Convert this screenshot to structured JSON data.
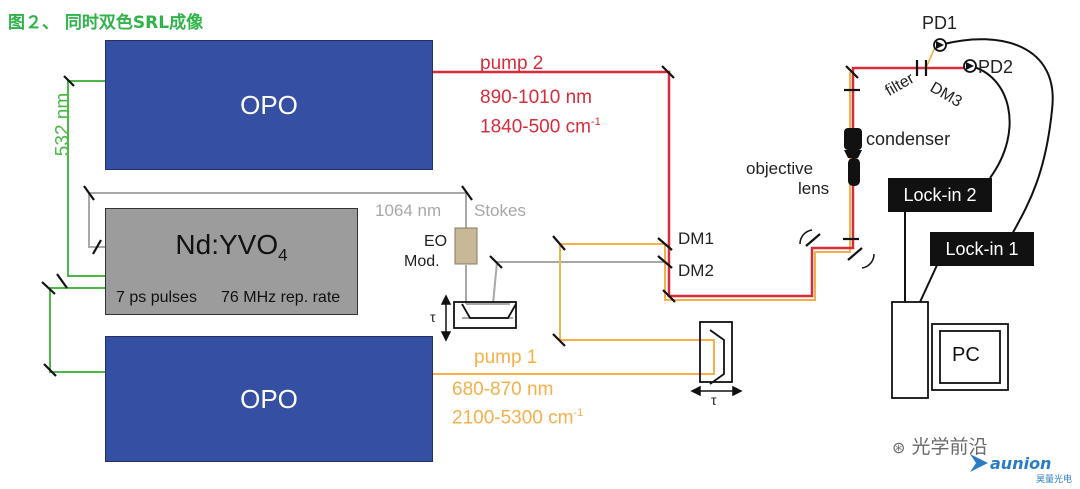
{
  "caption": "图２、 同时双色SRL成像",
  "opo_top_label": "OPO",
  "opo_bottom_label": "OPO",
  "laser": {
    "name": "Nd:YVO",
    "subscript": "4",
    "pulses": "7 ps pulses",
    "rep_rate": "76 MHz rep. rate"
  },
  "wavelength_532": "532 nm",
  "pump2": {
    "name": "pump 2",
    "range_nm": "890-1010 nm",
    "range_cm": "1840-500 cm",
    "cm_exp": "-1"
  },
  "pump1": {
    "name": "pump 1",
    "range_nm": "680-870 nm",
    "range_cm": "2100-5300 cm",
    "cm_exp": "-1"
  },
  "stokes": {
    "wavelength": "1064 nm",
    "name": "Stokes"
  },
  "eo_mod": {
    "line1": "EO",
    "line2": "Mod."
  },
  "tau": "τ",
  "dm1": "DM1",
  "dm2": "DM2",
  "dm3": "DM3",
  "filter": "filter",
  "pd1": "PD1",
  "pd2": "PD2",
  "condenser": "condenser",
  "objective": {
    "line1": "objective",
    "line2": "lens"
  },
  "lockin2": "Lock-in 2",
  "lockin1": "Lock-in 1",
  "pc": "PC",
  "watermark": {
    "name": "光学前沿",
    "brand": "aunion",
    "brand_cn": "昊量光电"
  },
  "colors": {
    "caption": "#2fb34a",
    "green": "#4cb848",
    "red": "#d62d3c",
    "orange": "#f5b04a",
    "gray": "#a8a8a8",
    "opo_fill": "#3550a3",
    "laser_fill": "#9c9c9c",
    "text_dark": "#222222"
  }
}
